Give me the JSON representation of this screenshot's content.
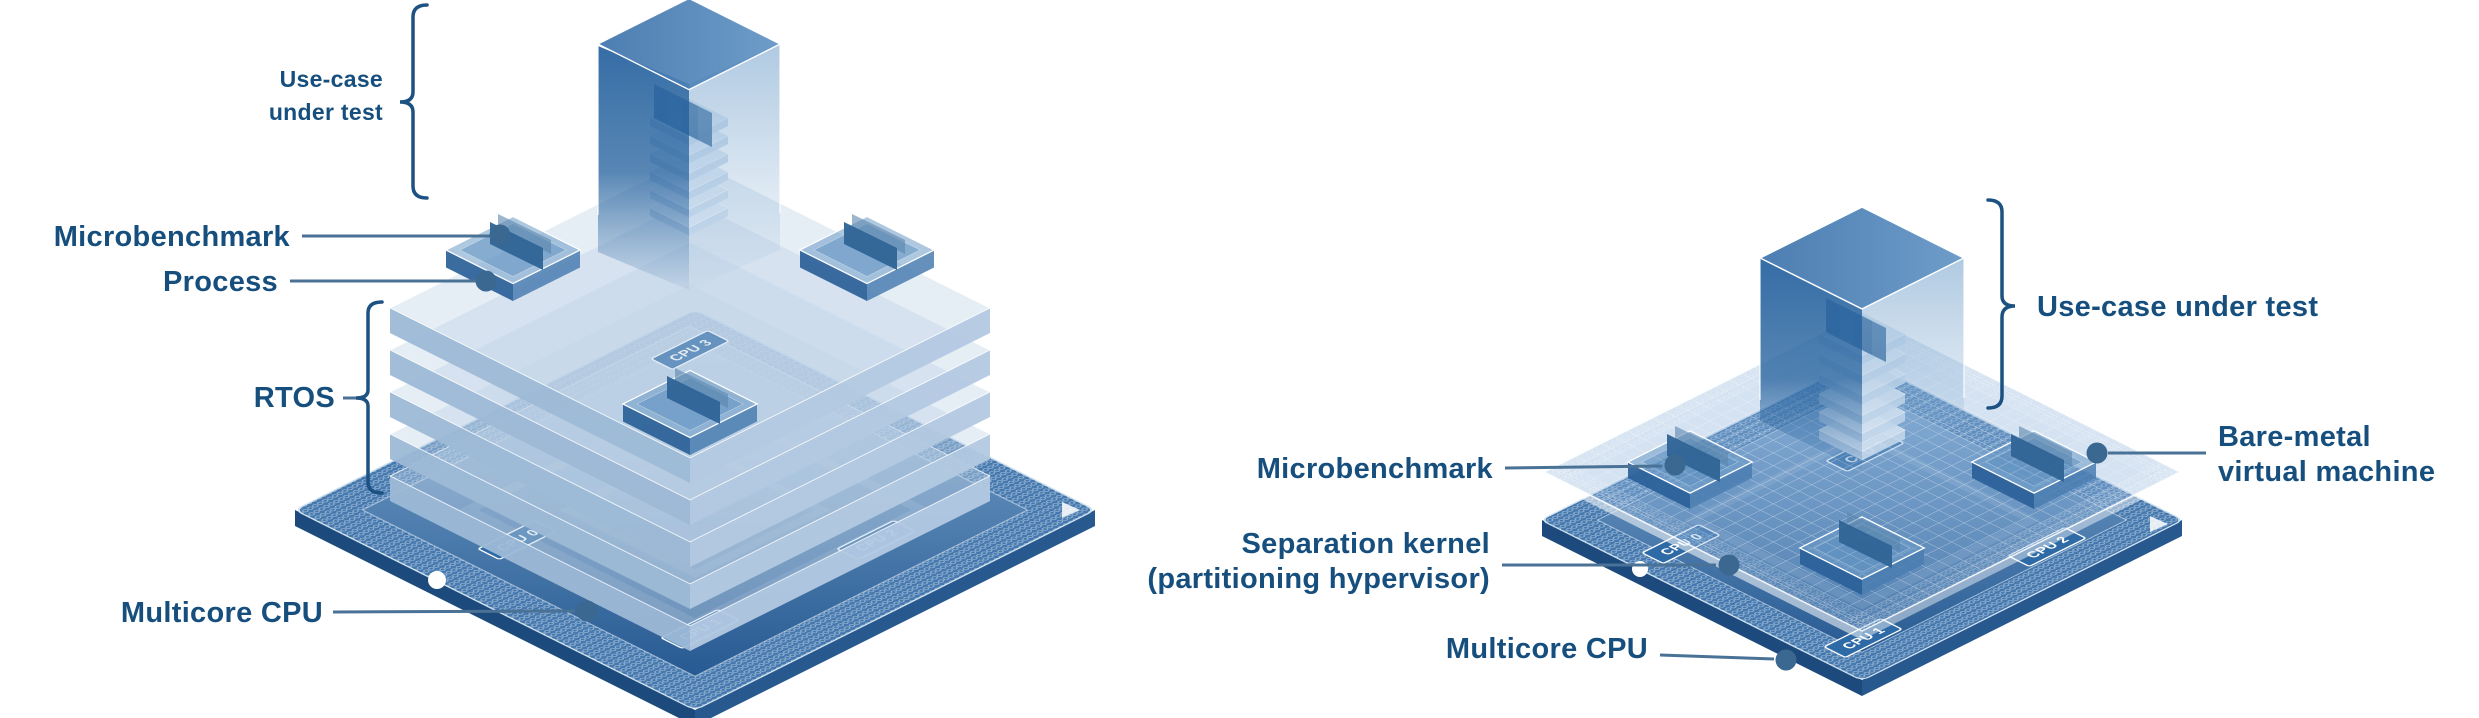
{
  "page": {
    "background": "#ffffff",
    "description": "Isometric comparison diagram: microbenchmark processes on an RTOS over a multicore CPU (left) versus bare-metal virtual machines on a separation kernel / partitioning hypervisor over a multicore CPU (right)."
  },
  "colors": {
    "label_text": "#164f7e",
    "leader_line": "#4a7296",
    "leader_dot": "#3b6890",
    "brace": "#1d5182",
    "chip_band": "#4478ae",
    "chip_dark": "#275a92",
    "chip_light": "#7ea8d1",
    "tower_face": "#2e68a2",
    "plate_light": "#c2d5e8",
    "mesh": "#8fb4d9"
  },
  "left_diagram": {
    "labels": {
      "use_case_line1": "Use-case",
      "use_case_line2": "under test",
      "microbenchmark": "Microbenchmark",
      "process": "Process",
      "rtos": "RTOS",
      "multicore_cpu": "Multicore CPU"
    },
    "cpu_labels": [
      "CPU 0",
      "CPU 1",
      "CPU 2",
      "CPU 3"
    ]
  },
  "right_diagram": {
    "labels": {
      "use_case": "Use-case under test",
      "microbenchmark": "Microbenchmark",
      "separation_kernel_line1": "Separation kernel",
      "separation_kernel_line2": "(partitioning hypervisor)",
      "bare_metal_line1": "Bare-metal",
      "bare_metal_line2": "virtual machine",
      "multicore_cpu": "Multicore CPU"
    },
    "cpu_labels": [
      "CPU 0",
      "CPU 1",
      "CPU 2",
      "CPU 3"
    ]
  }
}
